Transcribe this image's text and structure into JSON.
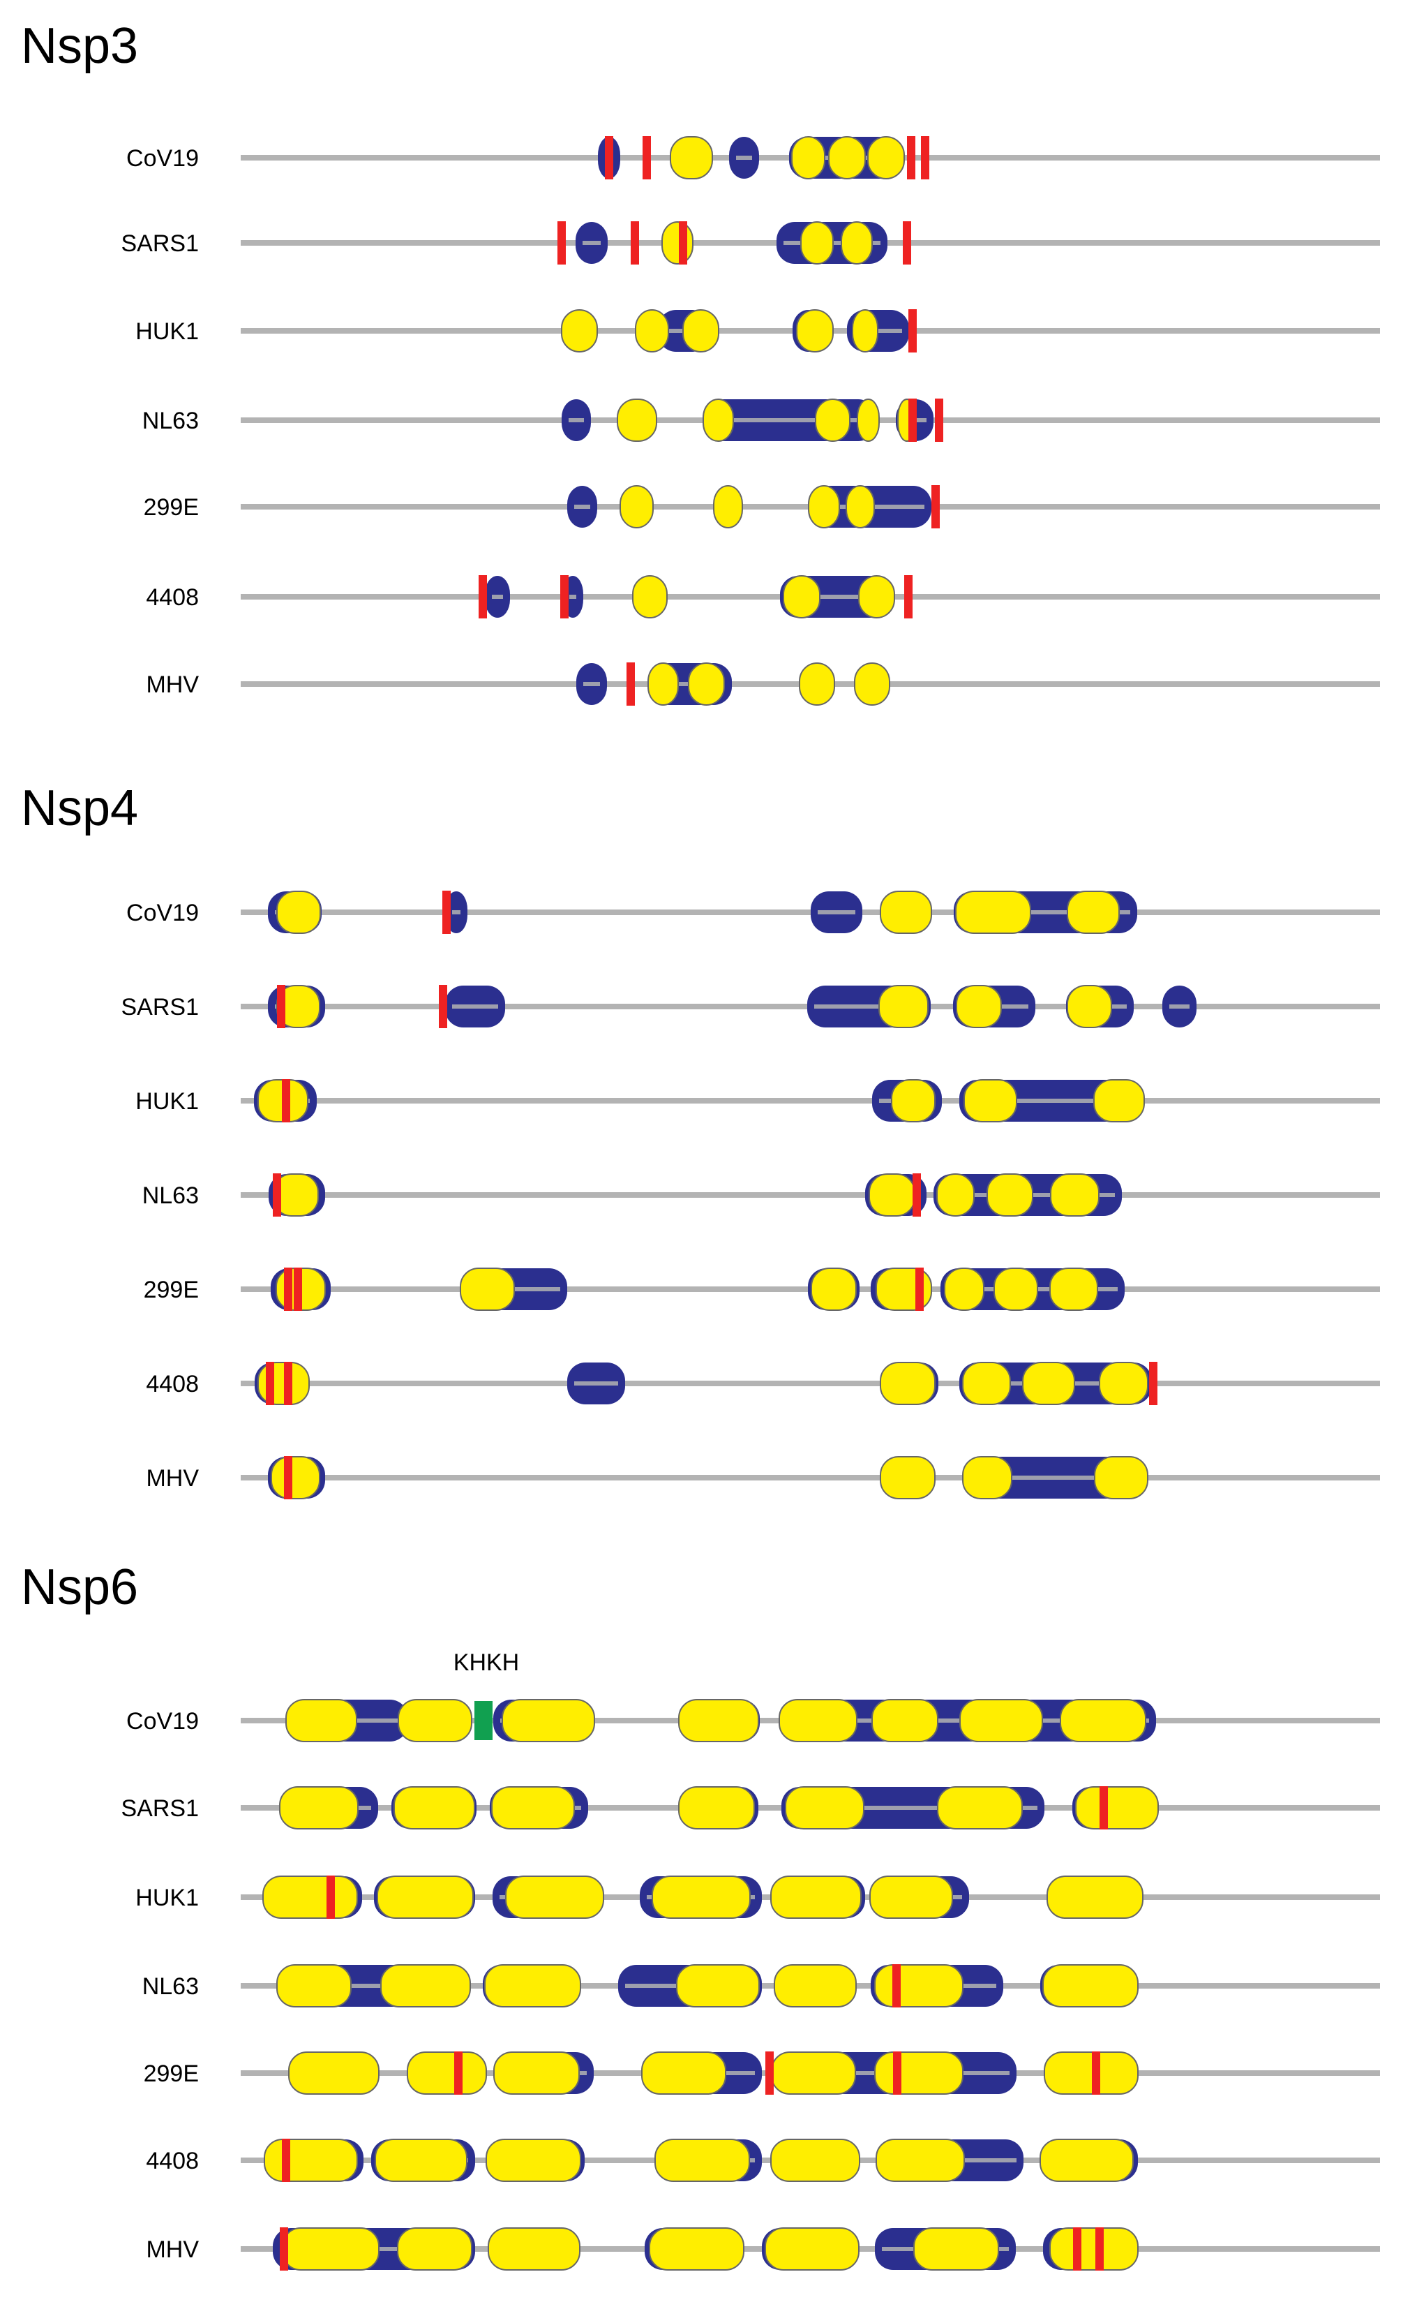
{
  "colors": {
    "backbone": "#b3b3b3",
    "blue": "#2b2f8f",
    "yellow": "#ffee00",
    "red": "#ee2222",
    "green": "#11a050",
    "outline": "#666666"
  },
  "panels": [
    {
      "title": "Nsp3",
      "rows": [
        {
          "label": "CoV19",
          "blue": [
            [
              857,
              889
            ],
            [
              1045,
              1088
            ],
            [
              1131,
              1295
            ]
          ],
          "yellow": [
            [
              961,
              1021
            ],
            [
              1135,
              1182
            ],
            [
              1188,
              1240
            ],
            [
              1244,
              1296
            ]
          ],
          "red": [
            873,
            927,
            1306,
            1326
          ]
        },
        {
          "label": "SARS1",
          "blue": [
            [
              825,
              871
            ],
            [
              1113,
              1272
            ]
          ],
          "yellow": [
            [
              949,
              993
            ],
            [
              1148,
              1194
            ],
            [
              1206,
              1250
            ]
          ],
          "red": [
            805,
            910,
            979,
            1300
          ]
        },
        {
          "label": "HUK1",
          "blue": [
            [
              943,
              1018
            ],
            [
              1136,
              1181
            ],
            [
              1214,
              1303
            ]
          ],
          "yellow": [
            [
              805,
              856
            ],
            [
              911,
              958
            ],
            [
              979,
              1030
            ],
            [
              1142,
              1194
            ],
            [
              1222,
              1258
            ]
          ],
          "red": [
            1308
          ]
        },
        {
          "label": "NL63",
          "blue": [
            [
              805,
              847
            ],
            [
              1008,
              1256
            ],
            [
              1284,
              1338
            ]
          ],
          "yellow": [
            [
              885,
              941
            ],
            [
              1008,
              1051
            ],
            [
              1169,
              1218
            ],
            [
              1229,
              1260
            ],
            [
              1287,
              1313
            ]
          ],
          "red": [
            1308,
            1346
          ]
        },
        {
          "label": "299E",
          "blue": [
            [
              813,
              856
            ],
            [
              1159,
              1335
            ]
          ],
          "yellow": [
            [
              889,
              936
            ],
            [
              1023,
              1064
            ],
            [
              1159,
              1203
            ],
            [
              1213,
              1253
            ]
          ],
          "red": [
            1341
          ]
        },
        {
          "label": "4408",
          "blue": [
            [
              695,
              731
            ],
            [
              806,
              836
            ],
            [
              1118,
              1282
            ]
          ],
          "yellow": [
            [
              907,
              956
            ],
            [
              1123,
              1175
            ],
            [
              1231,
              1282
            ]
          ],
          "red": [
            692,
            809,
            1302
          ]
        },
        {
          "label": "MHV",
          "blue": [
            [
              826,
              870
            ],
            [
              929,
              1049
            ]
          ],
          "yellow": [
            [
              929,
              972
            ],
            [
              987,
              1038
            ],
            [
              1146,
              1196
            ],
            [
              1225,
              1275
            ]
          ],
          "red": [
            904
          ]
        }
      ]
    },
    {
      "title": "Nsp4",
      "rows": [
        {
          "label": "CoV19",
          "blue": [
            [
              384,
              461
            ],
            [
              638,
              670
            ],
            [
              1162,
              1236
            ],
            [
              1367,
              1630
            ]
          ],
          "yellow": [
            [
              397,
              459
            ],
            [
              1262,
              1335
            ],
            [
              1370,
              1477
            ],
            [
              1530,
              1604
            ]
          ],
          "red": [
            640
          ]
        },
        {
          "label": "SARS1",
          "blue": [
            [
              384,
              466
            ],
            [
              638,
              724
            ],
            [
              1157,
              1334
            ],
            [
              1366,
              1484
            ],
            [
              1528,
              1625
            ],
            [
              1666,
              1715
            ]
          ],
          "yellow": [
            [
              397,
              458
            ],
            [
              1260,
              1330
            ],
            [
              1371,
              1435
            ],
            [
              1530,
              1593
            ]
          ],
          "red": [
            403,
            635
          ]
        },
        {
          "label": "HUK1",
          "blue": [
            [
              364,
              454
            ],
            [
              1250,
              1350
            ],
            [
              1375,
              1640
            ]
          ],
          "yellow": [
            [
              370,
              441
            ],
            [
              1278,
              1340
            ],
            [
              1382,
              1457
            ],
            [
              1568,
              1640
            ]
          ],
          "red": [
            410
          ]
        },
        {
          "label": "NL63",
          "blue": [
            [
              385,
              466
            ],
            [
              1240,
              1328
            ],
            [
              1338,
              1608
            ]
          ],
          "yellow": [
            [
              392,
              456
            ],
            [
              1246,
              1311
            ],
            [
              1343,
              1396
            ],
            [
              1415,
              1480
            ],
            [
              1506,
              1575
            ]
          ],
          "red": [
            397,
            1314
          ]
        },
        {
          "label": "299E",
          "blue": [
            [
              388,
              474
            ],
            [
              660,
              813
            ],
            [
              1158,
              1232
            ],
            [
              1248,
              1335
            ],
            [
              1348,
              1612
            ]
          ],
          "yellow": [
            [
              396,
              466
            ],
            [
              660,
              737
            ],
            [
              1163,
              1227
            ],
            [
              1256,
              1335
            ],
            [
              1354,
              1410
            ],
            [
              1425,
              1487
            ],
            [
              1505,
              1573
            ]
          ],
          "red": [
            413,
            427,
            1318
          ]
        },
        {
          "label": "4408",
          "blue": [
            [
              365,
              443
            ],
            [
              813,
              896
            ],
            [
              1262,
              1345
            ],
            [
              1375,
              1651
            ]
          ],
          "yellow": [
            [
              370,
              443
            ],
            [
              1262,
              1340
            ],
            [
              1380,
              1448
            ],
            [
              1466,
              1540
            ],
            [
              1576,
              1645
            ]
          ],
          "red": [
            387,
            413,
            1653
          ]
        },
        {
          "label": "MHV",
          "blue": [
            [
              384,
              466
            ],
            [
              1262,
              1340
            ],
            [
              1380,
              1645
            ]
          ],
          "yellow": [
            [
              389,
              458
            ],
            [
              1262,
              1340
            ],
            [
              1380,
              1450
            ],
            [
              1569,
              1645
            ]
          ],
          "red": [
            413
          ]
        }
      ]
    },
    {
      "title": "Nsp6",
      "rows": [
        {
          "label": "CoV19",
          "blue": [
            [
              410,
              585
            ],
            [
              707,
              852
            ],
            [
              973,
              1089
            ],
            [
              1117,
              1657
            ]
          ],
          "yellow": [
            [
              410,
              511
            ],
            [
              571,
              676
            ],
            [
              720,
              852
            ],
            [
              973,
              1087
            ],
            [
              1117,
              1228
            ],
            [
              1250,
              1344
            ],
            [
              1376,
              1494
            ],
            [
              1520,
              1642
            ]
          ],
          "green": [
            [
              680,
              706
            ]
          ],
          "anno": {
            "text": "KHKH",
            "pos": 697
          }
        },
        {
          "label": "SARS1",
          "blue": [
            [
              401,
              542
            ],
            [
              561,
              683
            ],
            [
              702,
              843
            ],
            [
              973,
              1087
            ],
            [
              1120,
              1497
            ],
            [
              1537,
              1660
            ]
          ],
          "yellow": [
            [
              401,
              513
            ],
            [
              565,
              680
            ],
            [
              705,
              823
            ],
            [
              973,
              1081
            ],
            [
              1126,
              1238
            ],
            [
              1344,
              1465
            ],
            [
              1542,
              1660
            ]
          ],
          "red": [
            1582
          ]
        },
        {
          "label": "HUK1",
          "blue": [
            [
              377,
              519
            ],
            [
              536,
              681
            ],
            [
              706,
              865
            ],
            [
              917,
              1092
            ],
            [
              1105,
              1240
            ],
            [
              1247,
              1389
            ],
            [
              1501,
              1638
            ]
          ],
          "yellow": [
            [
              377,
              512
            ],
            [
              541,
              678
            ],
            [
              725,
              865
            ],
            [
              935,
              1075
            ],
            [
              1105,
              1234
            ],
            [
              1247,
              1365
            ],
            [
              1501,
              1638
            ]
          ],
          "red": [
            474
          ]
        },
        {
          "label": "NL63",
          "blue": [
            [
              397,
              674
            ],
            [
              692,
              832
            ],
            [
              886,
              1092
            ],
            [
              1110,
              1227
            ],
            [
              1248,
              1438
            ],
            [
              1491,
              1631
            ]
          ],
          "yellow": [
            [
              397,
              503
            ],
            [
              546,
              674
            ],
            [
              695,
              832
            ],
            [
              970,
              1088
            ],
            [
              1110,
              1227
            ],
            [
              1254,
              1380
            ],
            [
              1495,
              1631
            ]
          ],
          "red": [
            1285
          ]
        },
        {
          "label": "299E",
          "blue": [
            [
              414,
              543
            ],
            [
              584,
              697
            ],
            [
              708,
              851
            ],
            [
              920,
              1092
            ],
            [
              1106,
              1457
            ],
            [
              1497,
              1631
            ]
          ],
          "yellow": [
            [
              414,
              543
            ],
            [
              584,
              697
            ],
            [
              708,
              830
            ],
            [
              920,
              1040
            ],
            [
              1106,
              1226
            ],
            [
              1254,
              1380
            ],
            [
              1497,
              1631
            ]
          ],
          "red": [
            657,
            1103,
            1286,
            1571
          ]
        },
        {
          "label": "4408",
          "blue": [
            [
              379,
              521
            ],
            [
              532,
              681
            ],
            [
              697,
              838
            ],
            [
              939,
              1092
            ],
            [
              1105,
              1232
            ],
            [
              1256,
              1467
            ],
            [
              1491,
              1631
            ]
          ],
          "yellow": [
            [
              379,
              512
            ],
            [
              538,
              669
            ],
            [
              697,
              832
            ],
            [
              939,
              1074
            ],
            [
              1105,
              1232
            ],
            [
              1256,
              1382
            ],
            [
              1491,
              1624
            ]
          ],
          "red": [
            410
          ]
        },
        {
          "label": "MHV",
          "blue": [
            [
              391,
              681
            ],
            [
              700,
              831
            ],
            [
              924,
              1066
            ],
            [
              1092,
              1231
            ],
            [
              1254,
              1456
            ],
            [
              1495,
              1631
            ]
          ],
          "yellow": [
            [
              405,
              543
            ],
            [
              570,
              676
            ],
            [
              700,
              831
            ],
            [
              931,
              1066
            ],
            [
              1097,
              1231
            ],
            [
              1310,
              1431
            ],
            [
              1505,
              1631
            ]
          ],
          "red": [
            407,
            1544,
            1576
          ]
        }
      ]
    }
  ]
}
